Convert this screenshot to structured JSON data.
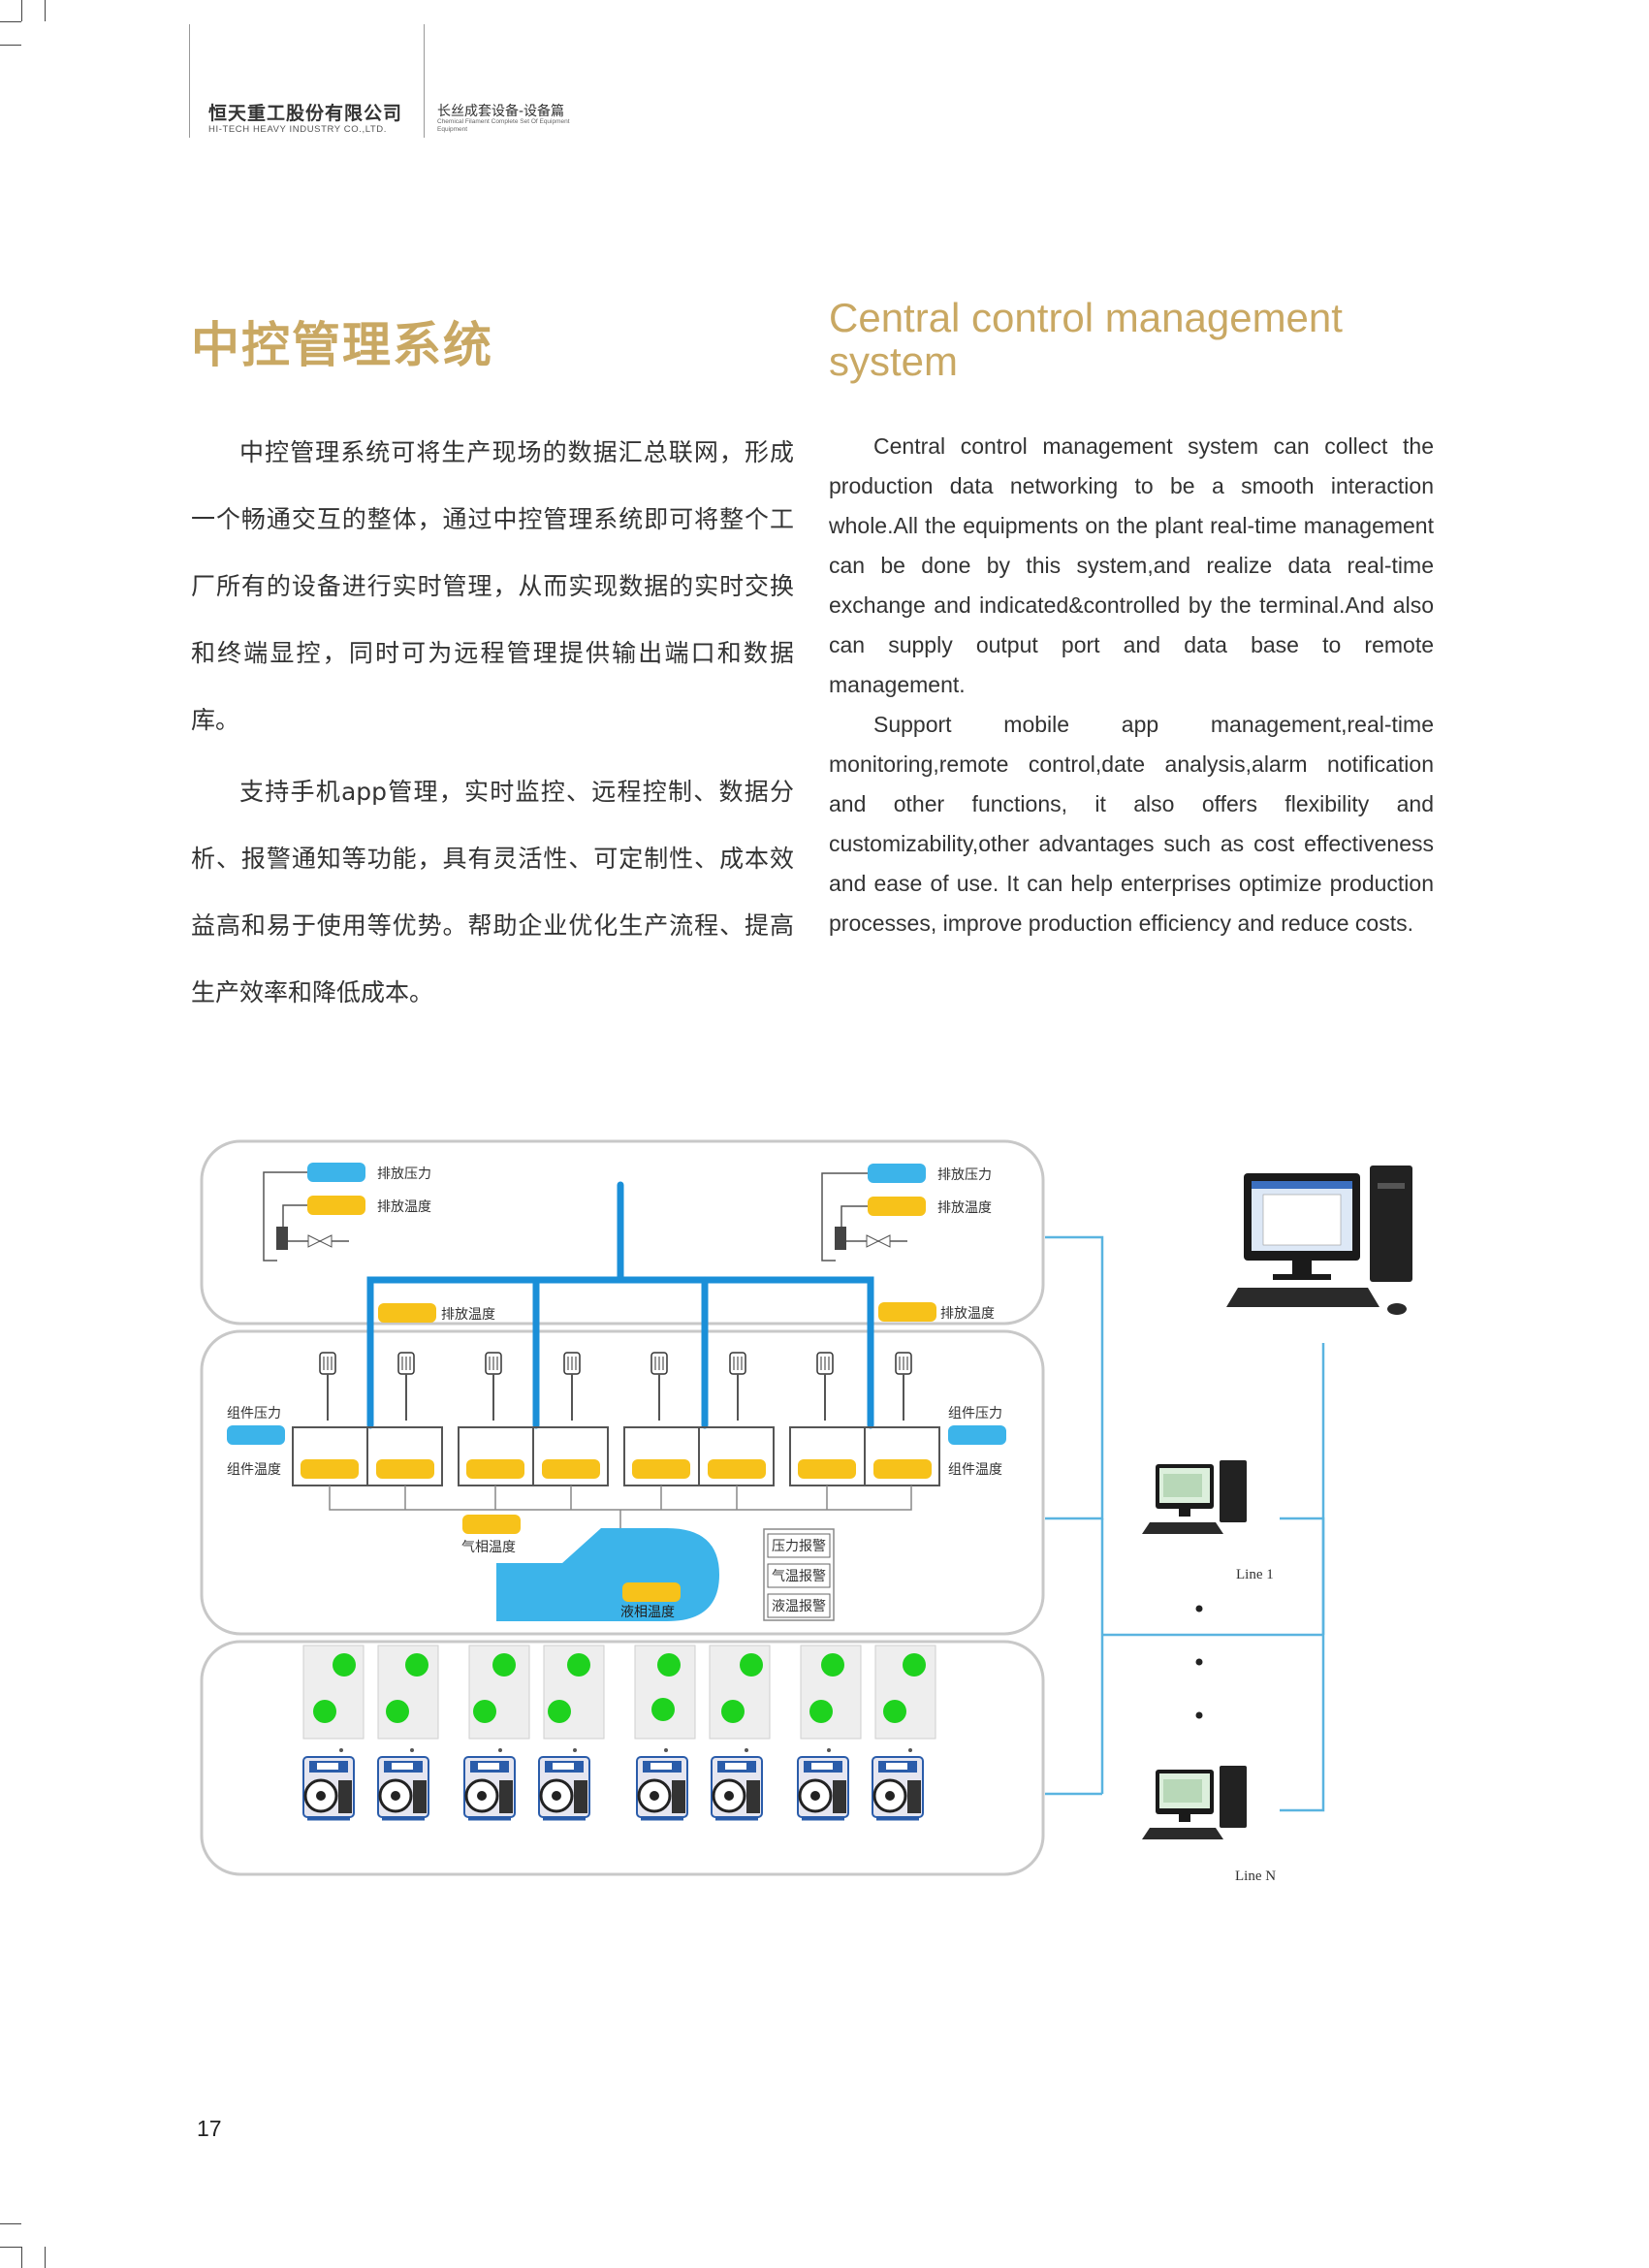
{
  "header": {
    "company_cn": "恒天重工股份有限公司",
    "company_en": "HI-TECH HEAVY INDUSTRY CO.,LTD.",
    "series_cn": "长丝成套设备-设备篇",
    "series_en": "Chemical Filament Complete Set Of Equipment Equipment"
  },
  "section": {
    "title_cn": "中控管理系统",
    "title_en": "Central control management system",
    "body_cn": [
      "中控管理系统可将生产现场的数据汇总联网，形成一个畅通交互的整体，通过中控管理系统即可将整个工厂所有的设备进行实时管理，从而实现数据的实时交换和终端显控，同时可为远程管理提供输出端口和数据库。",
      "支持手机app管理，实时监控、远程控制、数据分析、报警通知等功能，具有灵活性、可定制性、成本效益高和易于使用等优势。帮助企业优化生产流程、提高生产效率和降低成本。"
    ],
    "body_en": [
      "Central control management system can collect the production data networking to be a smooth  interaction whole.All the equipments on the plant real-time management can be done by this system,and realize data real-time exchange and indicated&controlled by the terminal.And also can supply output port and data base to remote management.",
      "Support mobile app management,real-time monitoring,remote control,date analysis,alarm notification and other functions, it also offers flexibility and customizability,other advantages such as cost effectiveness and ease of use. It can help enterprises optimize production processes, improve production efficiency and reduce costs."
    ]
  },
  "diagram": {
    "labels": {
      "discharge_pressure": "排放压力",
      "discharge_temp": "排放温度",
      "component_pressure": "组件压力",
      "component_temp": "组件温度",
      "vapor_temp": "气相温度",
      "liquid_temp": "液相温度",
      "pressure_alarm": "压力报警",
      "vapor_alarm": "气温报警",
      "liquid_alarm": "液温报警",
      "line_1": "Line 1",
      "line_n": "Line N"
    },
    "colors": {
      "blue_pipe": "#1a8fd8",
      "yellow_sensor": "#f7c21a",
      "blue_sensor": "#3cb4ea",
      "green_light": "#1ed21e",
      "panel_border": "#c8c8c8",
      "network_line": "#5ab4e0"
    }
  },
  "page_number": "17"
}
